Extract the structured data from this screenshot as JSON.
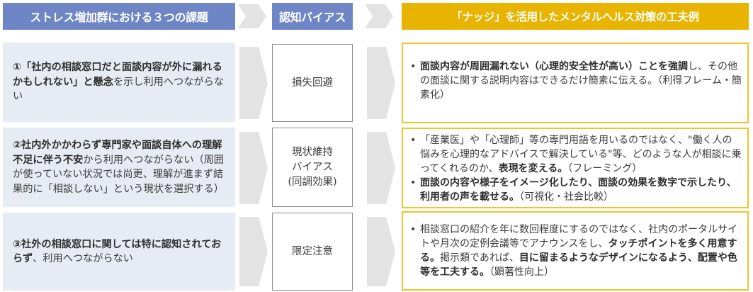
{
  "headers": {
    "col1": "ストレス増加群における３つの課題",
    "col2": "認知バイアス",
    "col3": "「ナッジ」を活用したメンタルヘルス対策の工夫例"
  },
  "rows": [
    {
      "issue": [
        {
          "t": "①「社内の相談窓口だと面談内容が外に漏れるかもしれない」と懸念",
          "b": true
        },
        {
          "t": "を示し利用へつながらない",
          "b": false
        }
      ],
      "bias": "損失回避",
      "measures": [
        [
          {
            "t": "面談内容が周囲漏れない（心理的安全性が高い）ことを強調",
            "b": true
          },
          {
            "t": "し、その他の面談に関する説明内容はできるだけ簡素に伝える。（利得フレーム・簡素化）",
            "b": false
          }
        ]
      ]
    },
    {
      "issue": [
        {
          "t": "②社内外かかわらず専門家や面談自体への理解不足に伴う不安",
          "b": true
        },
        {
          "t": "から利用へつながらない（周囲が使っていない状況では尚更、理解が進まず結果的に「相談しない」という現状を選択する）",
          "b": false
        }
      ],
      "bias": "現状維持\nバイアス\n(同調効果)",
      "measures": [
        [
          {
            "t": "「産業医」や「心理師」等の専門用語を用いるのではなく、\"働く人の悩みを心理的なアドバイスで解決している\"等、どのような人が相談に乗ってくれるのか、",
            "b": false
          },
          {
            "t": "表現を変える。",
            "b": true
          },
          {
            "t": "（フレーミング）",
            "b": false
          }
        ],
        [
          {
            "t": "面談の内容や様子をイメージ化したり、面談の効果を数字で示したり、利用者の声を載せる。",
            "b": true
          },
          {
            "t": "（可視化・社会比較）",
            "b": false
          }
        ]
      ]
    },
    {
      "issue": [
        {
          "t": "③社外の相談窓口に関しては特に認知されておらず",
          "b": true
        },
        {
          "t": "、利用へつながらない",
          "b": false
        }
      ],
      "bias": "限定注意",
      "measures": [
        [
          {
            "t": "相談窓口の紹介を年に数回程度にするのではなく、社内のポータルサイトや月次の定例会議等でアナウンスをし、",
            "b": false
          },
          {
            "t": "タッチポイントを多く用意する。",
            "b": true
          },
          {
            "t": "掲示類であれば、",
            "b": false
          },
          {
            "t": "目に留まるようなデザインになるよう、配置や色等を工夫する。",
            "b": true
          },
          {
            "t": "（顕著性向上）",
            "b": false
          }
        ]
      ]
    }
  ],
  "bullet_char": "•",
  "colors": {
    "header_blue": "#6f86c6",
    "header_gold": "#e8b400",
    "left_bg": "#e7ebf4",
    "right_border": "#f0c42a",
    "arrow_gray": "#e3e3e3"
  }
}
